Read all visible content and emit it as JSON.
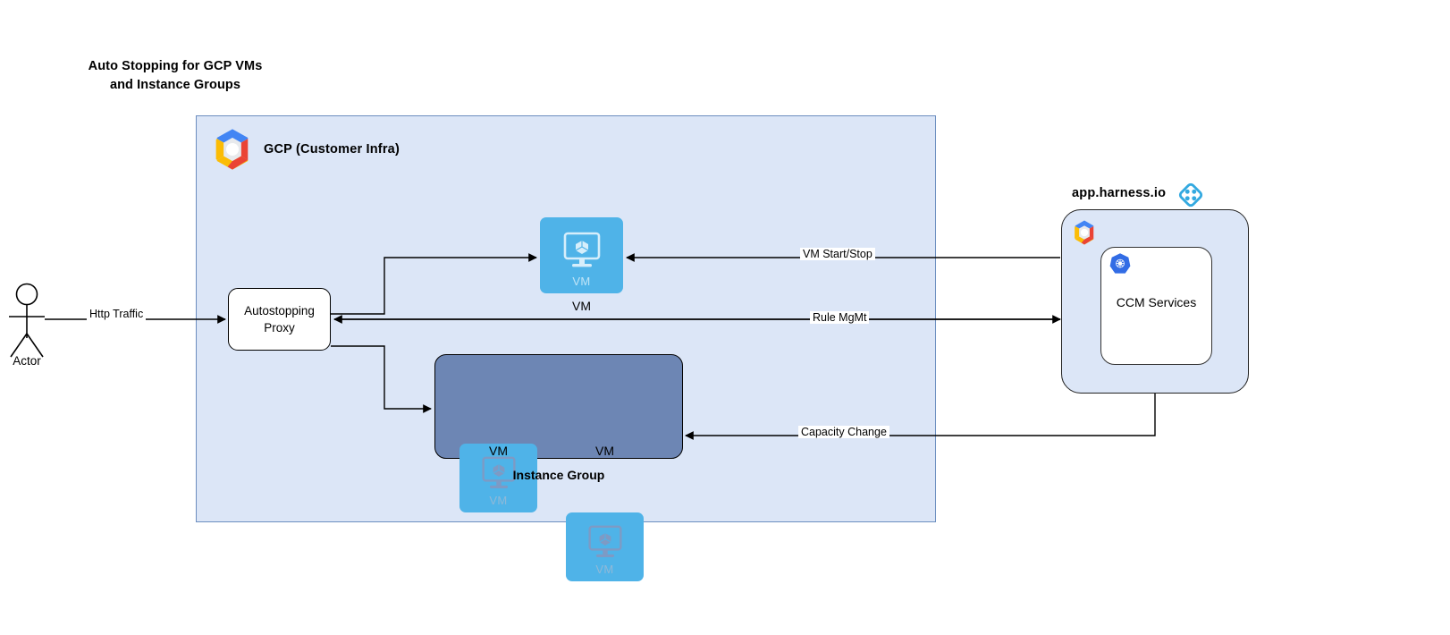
{
  "title": "Auto Stopping for GCP VMs\nand Instance Groups",
  "title_line1": "Auto Stopping for GCP VMs",
  "title_line2": "and Instance Groups",
  "colors": {
    "container_fill": "#dce6f7",
    "container_border": "#6c8ebf",
    "vm_blue": "#4fb3e8",
    "instance_group_fill": "#6d86b4",
    "harness_blue": "#33a9e0",
    "kubernetes_blue": "#326ce5",
    "page_background": "#ffffff"
  },
  "gcp_container": {
    "title": "GCP (Customer Infra)",
    "logo": "gcp-logo-icon"
  },
  "actor": {
    "label": "Actor",
    "icon": "actor-stick-figure-icon"
  },
  "proxy": {
    "label_line1": "Autostopping",
    "label_line2": "Proxy"
  },
  "vm_standalone": {
    "inner_label": "VM",
    "caption": "VM",
    "icon": "vm-monitor-cube-icon"
  },
  "instance_group": {
    "caption": "Instance Group",
    "vms": [
      {
        "inner_label": "VM",
        "caption": "VM",
        "icon": "vm-monitor-cube-icon"
      },
      {
        "inner_label": "VM",
        "caption": "VM",
        "icon": "vm-monitor-cube-icon"
      }
    ]
  },
  "harness": {
    "title": "app.harness.io",
    "logo": "harness-diamond-icon",
    "gcp_logo": "gcp-logo-icon",
    "ccm": {
      "label": "CCM Services",
      "icon": "kubernetes-wheel-icon"
    }
  },
  "edges": [
    {
      "id": "http-traffic",
      "label": "Http Traffic",
      "from": "actor",
      "to": "proxy"
    },
    {
      "id": "proxy-to-vm",
      "label": "",
      "from": "proxy",
      "to": "vm_standalone"
    },
    {
      "id": "proxy-to-ig",
      "label": "",
      "from": "proxy",
      "to": "instance_group"
    },
    {
      "id": "vm-start-stop",
      "label": "VM Start/Stop",
      "from": "harness",
      "to": "vm_standalone"
    },
    {
      "id": "rule-mgmt",
      "label": "Rule MgMt",
      "from": "proxy",
      "to": "harness"
    },
    {
      "id": "capacity-change",
      "label": "Capacity Change",
      "from": "harness",
      "to": "instance_group"
    }
  ]
}
